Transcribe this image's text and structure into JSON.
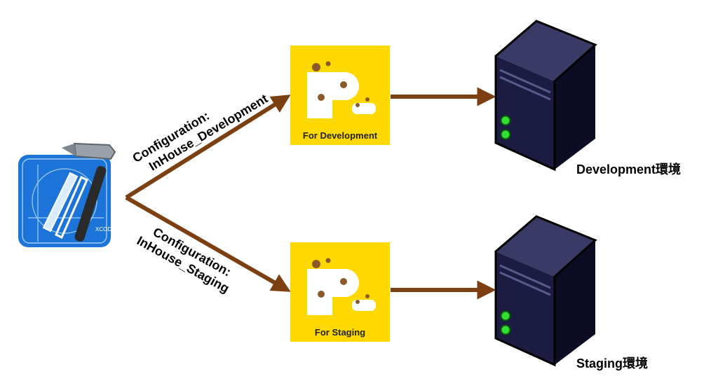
{
  "colors": {
    "arrow": "#7b3f12",
    "app_background": "#ffd800",
    "server_body": "#141432",
    "server_led": "#33dd33"
  },
  "source": {
    "icon": "xcode-icon",
    "icon_text": "XCODE"
  },
  "branches": [
    {
      "id": "development",
      "configuration_line1": "Configuration:",
      "configuration_line2": "InHouse_Development",
      "app_label": "For Development",
      "app_icon": "app-icon",
      "server_icon": "server-icon",
      "environment": "Development環境"
    },
    {
      "id": "staging",
      "configuration_line1": "Configuration:",
      "configuration_line2": "InHouse_Staging",
      "app_label": "For Staging",
      "app_icon": "app-icon",
      "server_icon": "server-icon",
      "environment": "Staging環境"
    }
  ]
}
